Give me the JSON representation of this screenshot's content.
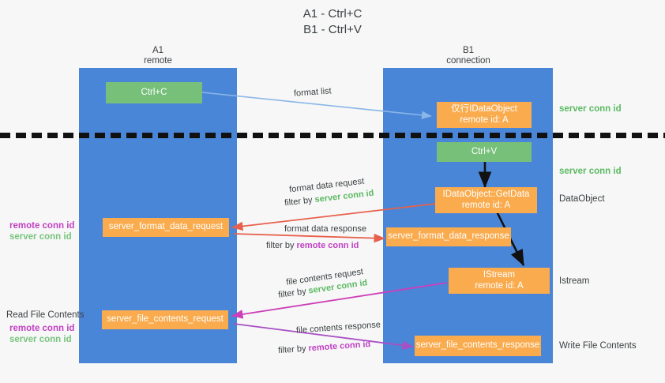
{
  "title": {
    "line1": "A1 - Ctrl+C",
    "line2": "B1 - Ctrl+V"
  },
  "columns": [
    {
      "name": "A1",
      "sub": "remote"
    },
    {
      "name": "B1",
      "sub": "connection"
    }
  ],
  "nodes": {
    "ctrl_c": {
      "line1": "Ctrl+C",
      "line2": ""
    },
    "idataobject": {
      "line1": "仅行IDataObject",
      "line2": "remote id: A"
    },
    "ctrl_v": {
      "line1": "Ctrl+V",
      "line2": ""
    },
    "idataobject_getdata": {
      "line1": "IDataObject::GetData",
      "line2": "remote id: A"
    },
    "server_format_data_request": {
      "line1": "server_format_data_request",
      "line2": ""
    },
    "server_format_data_response": {
      "line1": "server_format_data_response",
      "line2": ""
    },
    "istream": {
      "line1": "IStream",
      "line2": "remote id: A"
    },
    "server_file_contents_request": {
      "line1": "server_file_contents_request",
      "line2": ""
    },
    "server_file_contents_response": {
      "line1": "server_file_contents_response",
      "line2": ""
    }
  },
  "right_labels": {
    "server_conn_id_top": "server conn id",
    "server_conn_id_mid": "server conn id",
    "dataobject": "DataObject",
    "istream": "Istream",
    "write_file_contents": "Write File Contents"
  },
  "left_labels": {
    "read_file_contents": "Read File Contents",
    "remote_conn_id": "remote conn id",
    "server_conn_id": "server conn id"
  },
  "edges": {
    "format_list": "format list",
    "format_data_request": "format data request",
    "format_data_request_filter_prefix": "filter by ",
    "format_data_request_filter_value": "server conn id",
    "format_data_response": "format data response",
    "format_data_response_filter_prefix": "filter by ",
    "format_data_response_filter_value": "remote conn id",
    "file_contents_request": "file contents request",
    "file_contents_request_filter_prefix": "filter by ",
    "file_contents_request_filter_value": "server conn id",
    "file_contents_response": "file contents response",
    "file_contents_response_filter_prefix": "filter by ",
    "file_contents_response_filter_value": "remote conn id"
  },
  "colors": {
    "lane": "#4a86d8",
    "green_box": "#76c07a",
    "orange_box": "#f9ab4e",
    "green_text": "#5bb962",
    "magenta_text": "#c13fc4",
    "arrow_blue": "#8ab6e8",
    "arrow_red": "#e8604c",
    "arrow_magenta": "#cc3fb8",
    "arrow_purple": "#a84fc4",
    "arrow_black": "#111111",
    "background": "#f7f7f7"
  }
}
